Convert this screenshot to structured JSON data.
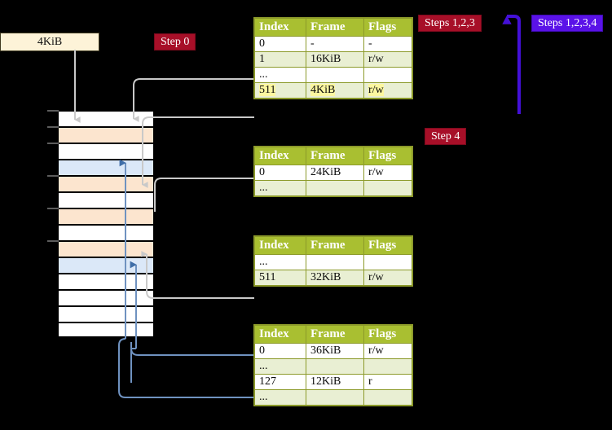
{
  "labels": {
    "size_box": "4KiB"
  },
  "badges": [
    {
      "name": "step-0",
      "text": "Step 0",
      "color": "#a70f28"
    },
    {
      "name": "steps-1-2-3",
      "text": "Steps 1,2,3",
      "color": "#a70f28"
    },
    {
      "name": "steps-1-2-3-4",
      "text": "Steps 1,2,3,4",
      "color": "#5a12e8"
    },
    {
      "name": "step-4",
      "text": "Step 4",
      "color": "#a70f28"
    }
  ],
  "colors": {
    "header_green": "#a9bf31",
    "row_alt": "#e9efd3",
    "highlight_yellow": "#fcf7a0",
    "mem_orange": "#fce5cf",
    "mem_blue": "#dbe8f8",
    "label_cream": "#fdf3d8",
    "badge_crimson": "#a70f28",
    "badge_violet": "#5a12e8",
    "wire_gray": "#b0b0b0",
    "wire_blue": "#6f92c0"
  },
  "table_columns": [
    "Index",
    "Frame",
    "Flags"
  ],
  "tables": [
    {
      "name": "page-table-level-1",
      "rows": [
        {
          "index": "0",
          "frame": "-",
          "flags": "-",
          "alt": false,
          "highlight": false
        },
        {
          "index": "1",
          "frame": "16KiB",
          "flags": "r/w",
          "alt": true,
          "highlight": false
        },
        {
          "index": "...",
          "frame": "",
          "flags": "",
          "alt": false,
          "highlight": false
        },
        {
          "index": "511",
          "frame": "4KiB",
          "flags": "r/w",
          "alt": true,
          "highlight": true
        }
      ]
    },
    {
      "name": "page-table-level-2",
      "rows": [
        {
          "index": "0",
          "frame": "24KiB",
          "flags": "r/w",
          "alt": false,
          "highlight": false
        },
        {
          "index": "...",
          "frame": "",
          "flags": "",
          "alt": true,
          "highlight": false
        }
      ]
    },
    {
      "name": "page-table-level-3",
      "rows": [
        {
          "index": "...",
          "frame": "",
          "flags": "",
          "alt": false,
          "highlight": false
        },
        {
          "index": "511",
          "frame": "32KiB",
          "flags": "r/w",
          "alt": true,
          "highlight": false
        }
      ]
    },
    {
      "name": "page-table-level-4",
      "rows": [
        {
          "index": "0",
          "frame": "36KiB",
          "flags": "r/w",
          "alt": false,
          "highlight": false
        },
        {
          "index": "...",
          "frame": "",
          "flags": "",
          "alt": true,
          "highlight": false
        },
        {
          "index": "127",
          "frame": "12KiB",
          "flags": "r",
          "alt": false,
          "highlight": false
        },
        {
          "index": "...",
          "frame": "",
          "flags": "",
          "alt": true,
          "highlight": false
        }
      ]
    }
  ],
  "memory_rows": [
    {
      "fill": "white",
      "tick": true
    },
    {
      "fill": "orange",
      "tick": true
    },
    {
      "fill": "white",
      "tick": false
    },
    {
      "fill": "blue",
      "tick": false
    },
    {
      "fill": "orange",
      "tick": true
    },
    {
      "fill": "white",
      "tick": false
    },
    {
      "fill": "orange",
      "tick": true
    },
    {
      "fill": "white",
      "tick": false
    },
    {
      "fill": "orange",
      "tick": true
    },
    {
      "fill": "blue",
      "tick": false
    },
    {
      "fill": "white",
      "tick": false
    },
    {
      "fill": "white",
      "tick": false
    },
    {
      "fill": "white",
      "tick": false
    },
    {
      "fill": "white",
      "tick": false
    }
  ]
}
